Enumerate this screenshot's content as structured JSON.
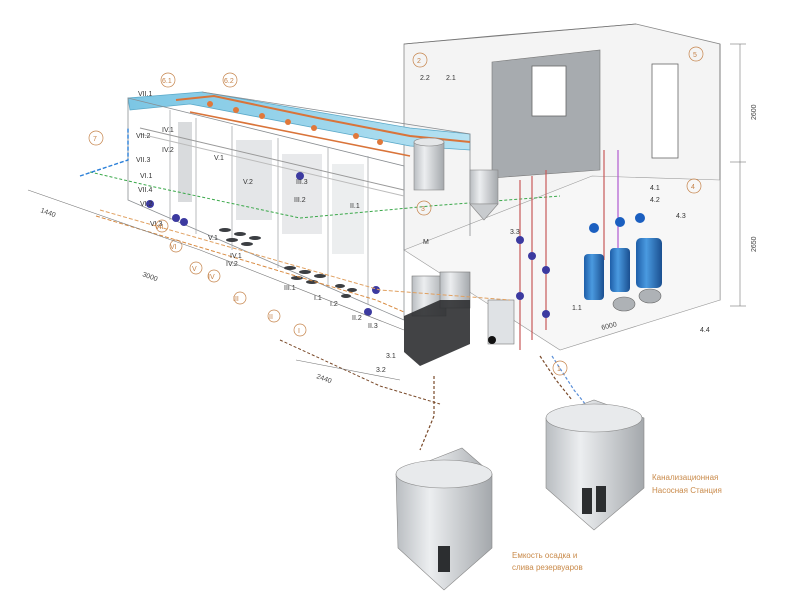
{
  "colors": {
    "water": "#9ad4ec",
    "orange_pipe": "#d9743a",
    "air_pipe": "#c85a5a",
    "green_pipe": "#3aa84a",
    "blue_pipe": "#2a7fd8",
    "sludge_pipe": "#7a4a2a",
    "tank_fill": "#d8dbde",
    "wall_gray": "#a0a4a8",
    "circle_text": "#c5834a"
  },
  "tank_labels": [
    "VII.1",
    "VII.2",
    "VII.3",
    "VII.4",
    "VI.1",
    "VI.2",
    "VI.3",
    "IV.1",
    "IV.2",
    "V.1",
    "V.2",
    "V.1",
    "IV.1",
    "IV.2",
    "III.1",
    "III.2",
    "III.3",
    "II.1",
    "II.2",
    "II.3",
    "I.1",
    "I.2"
  ],
  "equipment_labels": [
    "2.2",
    "2.1",
    "3.3",
    "3.1",
    "3.2",
    "4.1",
    "4.2",
    "4.3",
    "4.4",
    "1.1",
    "M"
  ],
  "circles": [
    "1",
    "2",
    "3",
    "4",
    "5",
    "6.1",
    "6.2",
    "7",
    "II",
    "III",
    "IV",
    "V",
    "VI",
    "VII",
    "I"
  ],
  "dimensions": [
    "2600",
    "2650",
    "2440",
    "3000",
    "1440",
    "6000"
  ],
  "captions": {
    "pump_station": [
      "Канализационная",
      "Насосная Станция"
    ],
    "sludge_tank": [
      "Емкость осадка и",
      "слива резервуаров"
    ]
  }
}
